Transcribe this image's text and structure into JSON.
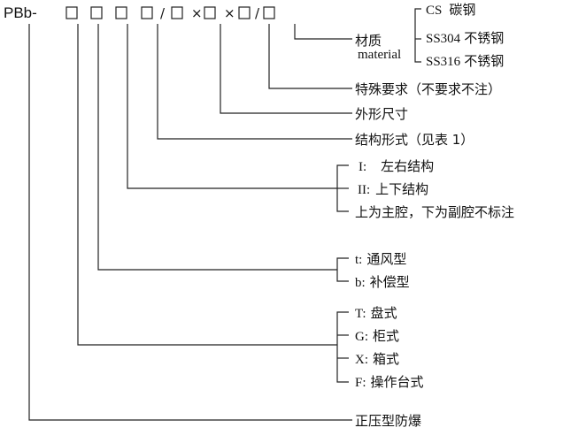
{
  "code": {
    "prefix": "PBb-",
    "slash": "/",
    "times": "×"
  },
  "material": {
    "label_cn": "材质",
    "label_en": "material",
    "options": [
      {
        "code": "CS",
        "name": "碳钢"
      },
      {
        "code": "SS304",
        "name": "不锈钢"
      },
      {
        "code": "SS316",
        "name": "不锈钢"
      }
    ]
  },
  "special": "特殊要求（不要求不注）",
  "dimensions": "外形尺寸",
  "structure_form": "结构形式（见表 1）",
  "structure": {
    "options": [
      {
        "code": "I:",
        "name": "左右结构"
      },
      {
        "code": "II:",
        "name": "上下结构"
      },
      {
        "code": "",
        "name": "上为主腔，下为副腔不标注"
      }
    ]
  },
  "ventilation": {
    "options": [
      {
        "code": "t:",
        "name": "通风型"
      },
      {
        "code": "b:",
        "name": "补偿型"
      }
    ]
  },
  "cabinet": {
    "options": [
      {
        "code": "T:",
        "name": "盘式"
      },
      {
        "code": "G:",
        "name": "柜式"
      },
      {
        "code": "X:",
        "name": "箱式"
      },
      {
        "code": "F:",
        "name": "操作台式"
      }
    ]
  },
  "type": "正压型防爆"
}
